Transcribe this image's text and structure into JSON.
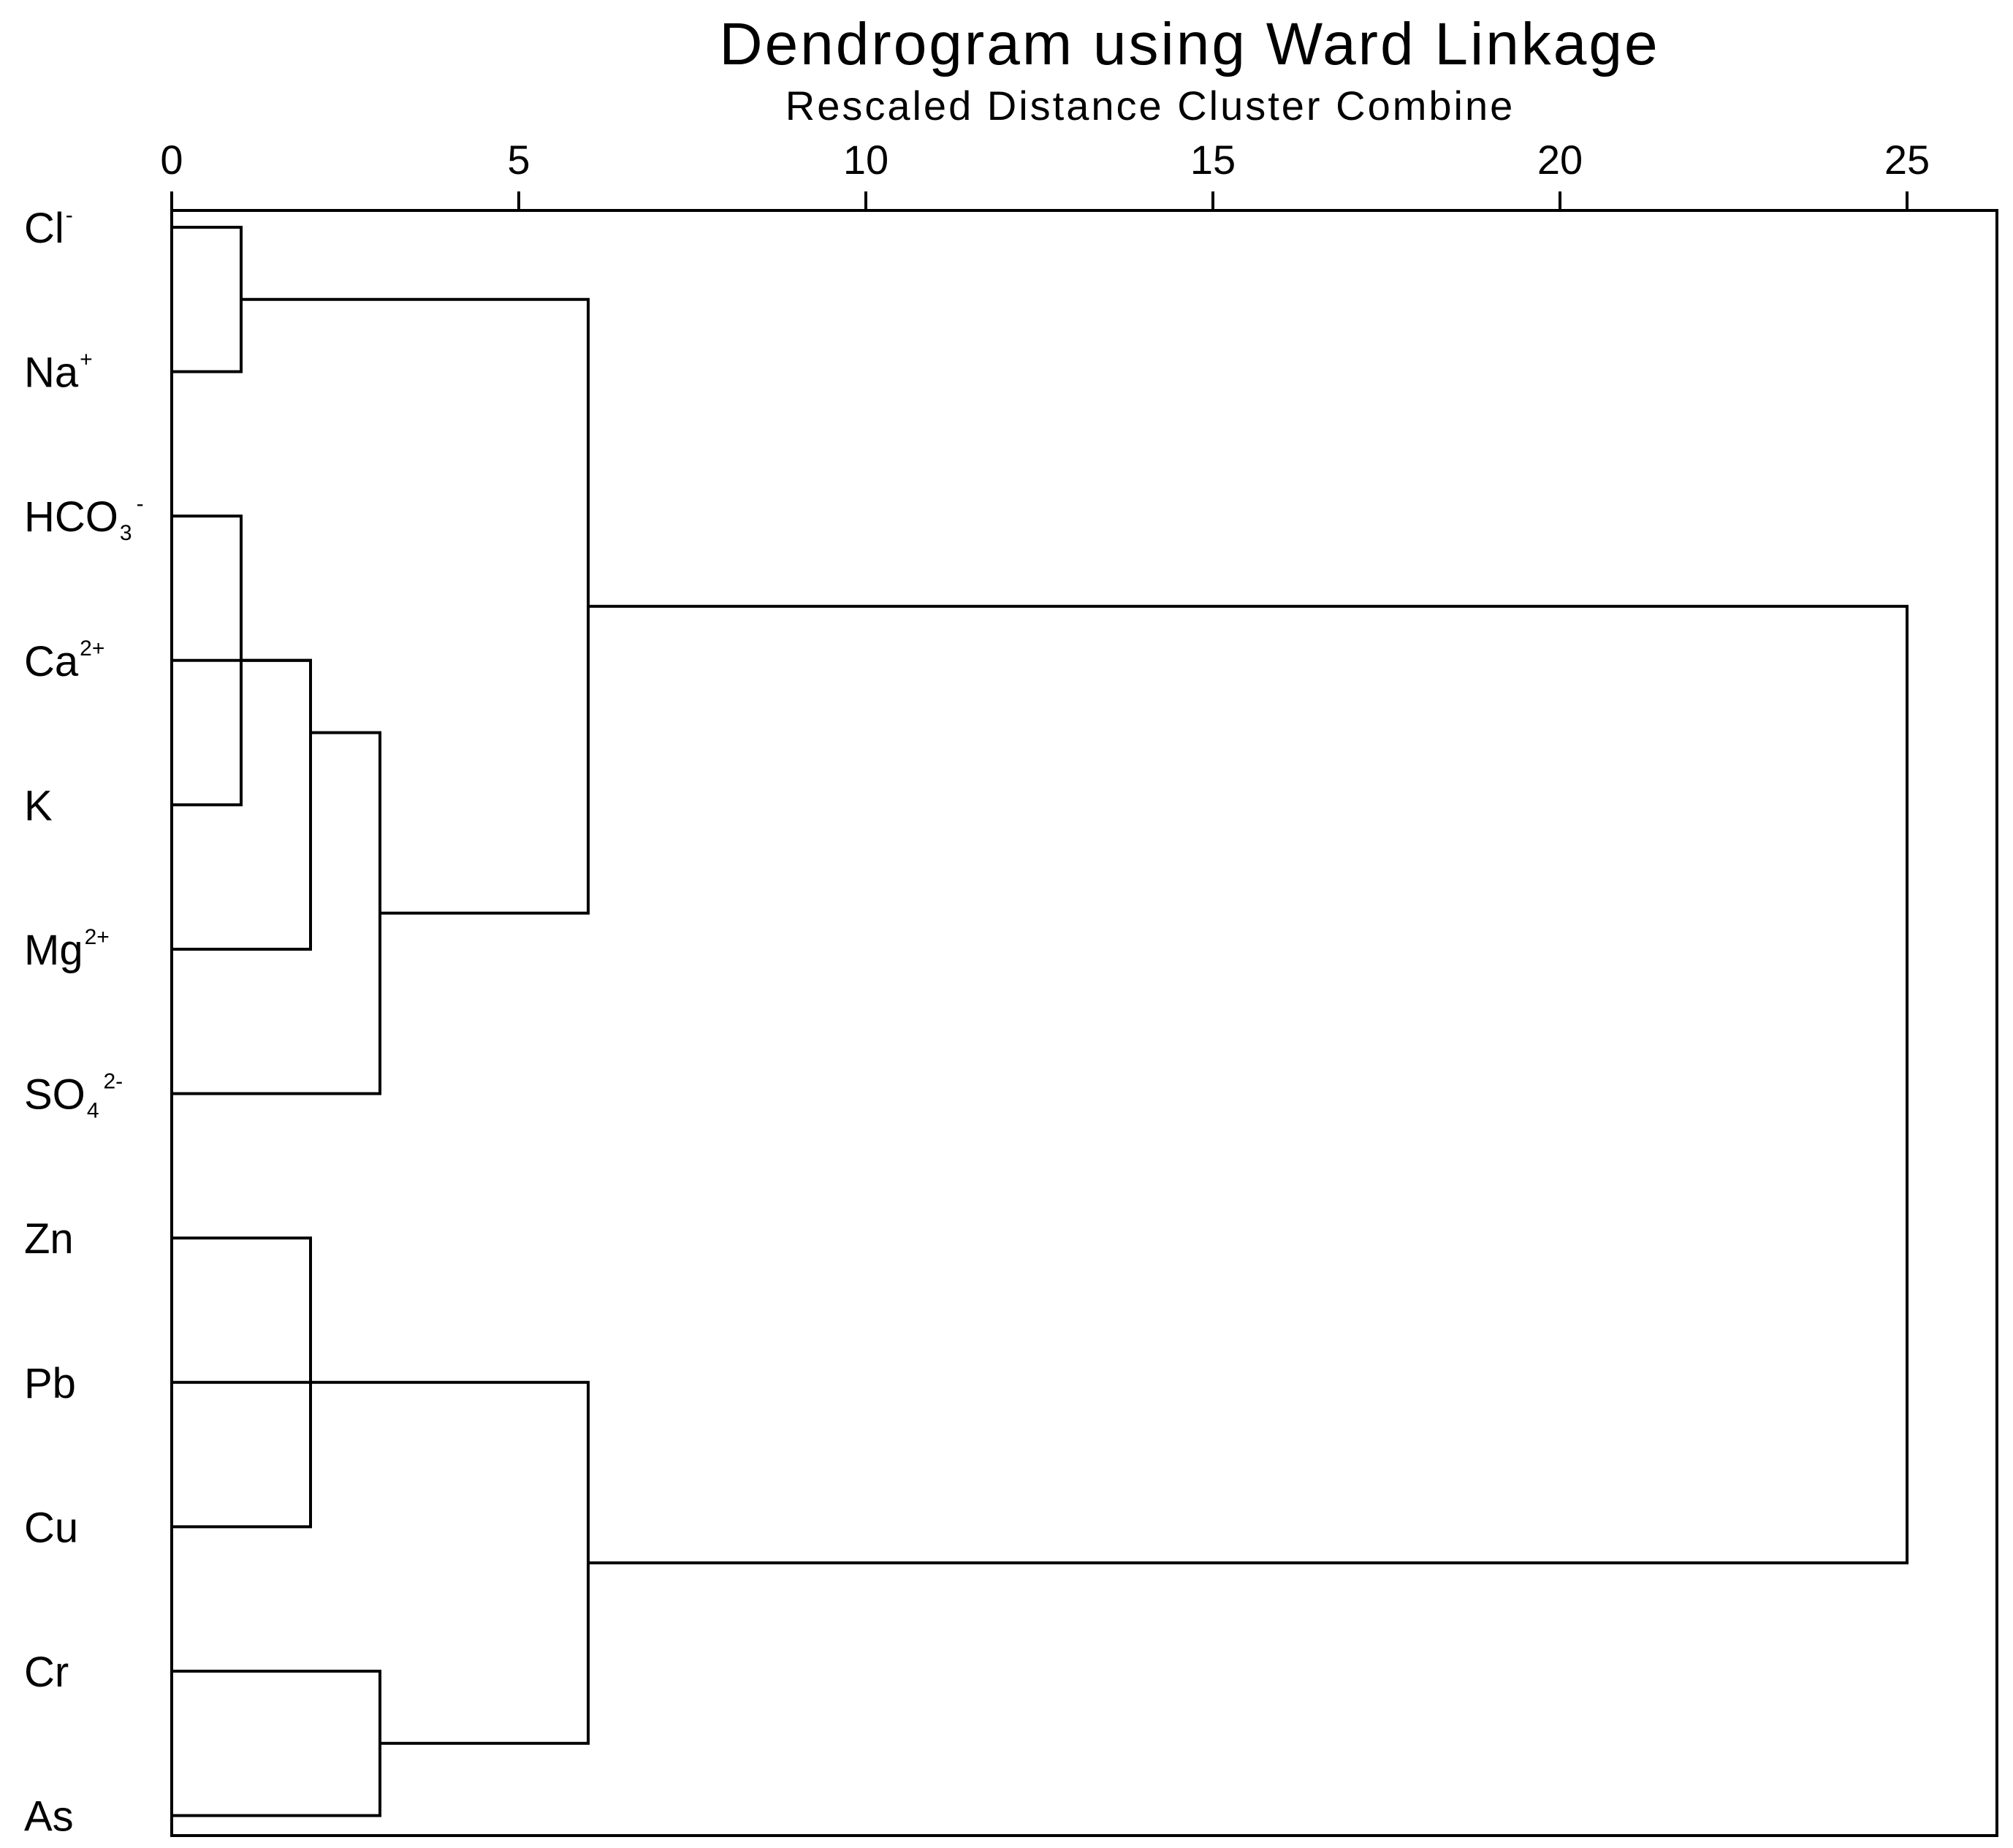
{
  "colors": {
    "background": "#ffffff",
    "ink": "#000000"
  },
  "chart_data": {
    "type": "dendrogram",
    "title": "Dendrogram using Ward Linkage",
    "subtitle": "Rescaled Distance Cluster Combine",
    "x_axis": {
      "range": [
        0,
        26.3
      ],
      "ticks": [
        0,
        5,
        10,
        15,
        20,
        25
      ],
      "tick_labels": [
        "0",
        "5",
        "10",
        "15",
        "20",
        "25"
      ],
      "position": "top"
    },
    "leaves": [
      {
        "base": "Cl",
        "sub": "",
        "sup": "-"
      },
      {
        "base": "Na",
        "sub": "",
        "sup": "+"
      },
      {
        "base": "HCO",
        "sub": "3",
        "sup": "-"
      },
      {
        "base": "Ca",
        "sub": "",
        "sup": "2+"
      },
      {
        "base": "K",
        "sub": "",
        "sup": ""
      },
      {
        "base": "Mg",
        "sub": "",
        "sup": "2+"
      },
      {
        "base": "SO",
        "sub": "4",
        "sup": "2-"
      },
      {
        "base": "Zn",
        "sub": "",
        "sup": ""
      },
      {
        "base": "Pb",
        "sub": "",
        "sup": ""
      },
      {
        "base": "Cu",
        "sub": "",
        "sup": ""
      },
      {
        "base": "Cr",
        "sub": "",
        "sup": ""
      },
      {
        "base": "As",
        "sub": "",
        "sup": ""
      }
    ],
    "merges": [
      {
        "id": "A",
        "children": [
          "Cl",
          "Na"
        ],
        "distance": 1.0
      },
      {
        "id": "B",
        "children": [
          "HCO3",
          "K"
        ],
        "distance": 1.0
      },
      {
        "id": "C",
        "children": [
          "Ca",
          "Mg"
        ],
        "distance": 2.0
      },
      {
        "id": "D",
        "children": [
          "Zn",
          "Cu"
        ],
        "distance": 2.0
      },
      {
        "id": "E",
        "children": [
          "B",
          "C"
        ],
        "distance": 2.0
      },
      {
        "id": "F",
        "children": [
          "E",
          "SO4"
        ],
        "distance": 3.0
      },
      {
        "id": "G",
        "children": [
          "Cr",
          "As"
        ],
        "distance": 3.0
      },
      {
        "id": "H",
        "children": [
          "A",
          "F"
        ],
        "distance": 6.0
      },
      {
        "id": "I",
        "children": [
          "Pb",
          "G"
        ],
        "distance": 6.0
      },
      {
        "id": "J",
        "children": [
          "H",
          "I"
        ],
        "distance": 25.0
      }
    ]
  }
}
